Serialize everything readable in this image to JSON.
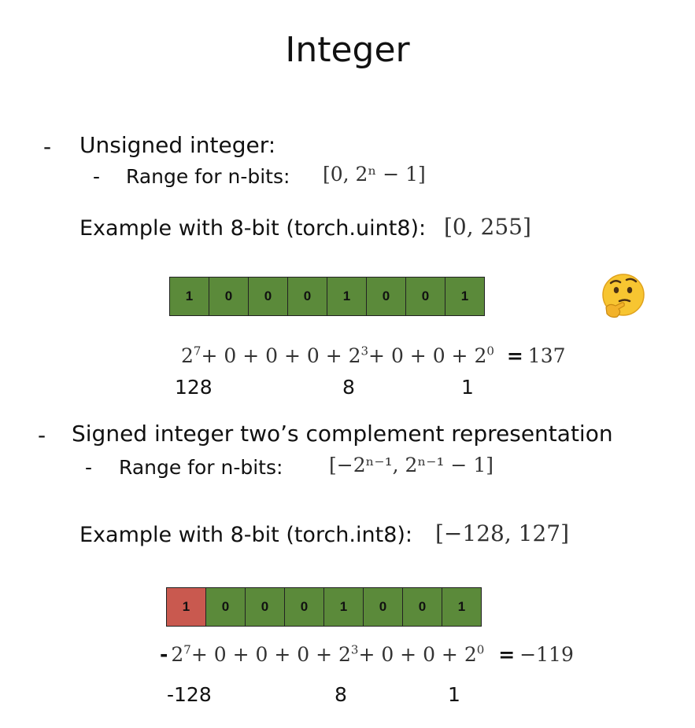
{
  "title": "Integer",
  "unsigned": {
    "bullet_label": "Unsigned integer:",
    "range_label": "Range for n-bits:",
    "range_formula": "[0, 2ⁿ − 1]",
    "example_label": "Example with 8-bit (torch.uint8):",
    "example_range": "[0, 255]",
    "bits": [
      "1",
      "0",
      "0",
      "0",
      "1",
      "0",
      "0",
      "1"
    ],
    "sum": {
      "t1_base": "2",
      "t1_exp": "7",
      "mid1": "+ 0 + 0 + 0 + ",
      "t2_base": "2",
      "t2_exp": "3",
      "mid2": "+ 0 + 0 + ",
      "t3_base": "2",
      "t3_exp": "0",
      "equals": "=",
      "result": "137"
    },
    "values": [
      "128",
      "8",
      "1"
    ]
  },
  "signed": {
    "bullet_label": "Signed integer two’s complement representation",
    "range_label": "Range for n-bits:",
    "range_formula": "[−2ⁿ⁻¹, 2ⁿ⁻¹ − 1]",
    "example_label": "Example with 8-bit (torch.int8):",
    "example_range": "[−128, 127]",
    "bits": [
      "1",
      "0",
      "0",
      "0",
      "1",
      "0",
      "0",
      "1"
    ],
    "sum": {
      "minus": "-",
      "t1_base": "2",
      "t1_exp": "7",
      "mid1": "+ 0 + 0 + 0 + ",
      "t2_base": "2",
      "t2_exp": "3",
      "mid2": "+ 0 + 0 + ",
      "t3_base": "2",
      "t3_exp": "0",
      "equals": "=",
      "result": "−119"
    },
    "values": [
      "-128",
      "8",
      "1"
    ]
  },
  "dash": "-",
  "emoji_icon": "thinking-face-icon",
  "colors": {
    "bit_green": "#5b8a3a",
    "bit_sign_red": "#c9594f"
  }
}
